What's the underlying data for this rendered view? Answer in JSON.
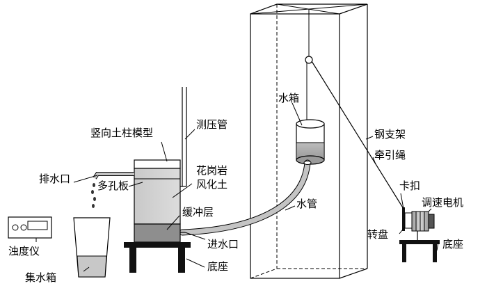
{
  "labels": {
    "soil_column_model": "竖向土柱模型",
    "piezometer": "测压管",
    "drain_outlet": "排水口",
    "porous_plate": "多孔板",
    "granite_soil_line1": "花岗岩",
    "granite_soil_line2": "风化土",
    "buffer_layer": "缓冲层",
    "inlet": "进水口",
    "base_left": "底座",
    "turbidimeter": "浊度仪",
    "collection_tank": "集水箱",
    "water_tank": "水箱",
    "water_pipe": "水管",
    "steel_frame": "钢支架",
    "traction_rope": "牵引绳",
    "clasp": "卡扣",
    "speed_motor": "调速电机",
    "turntable": "转盘",
    "base_right": "底座"
  }
}
